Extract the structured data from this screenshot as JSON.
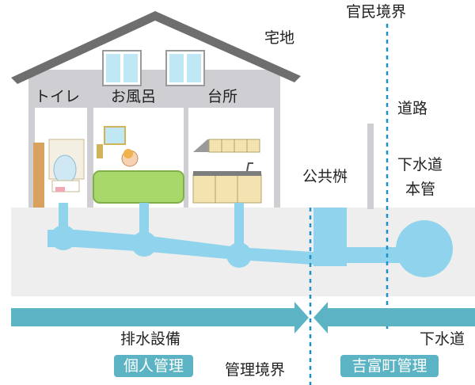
{
  "labels": {
    "boundary_public_private": "官民境界",
    "residential_land": "宅地",
    "toilet": "トイレ",
    "bath": "お風呂",
    "kitchen": "台所",
    "road": "道路",
    "public_catch_basin": "公共桝",
    "sewer_main_line1": "下水道",
    "sewer_main_line2": "本管",
    "drainage_facility": "排水設備",
    "sewer_right": "下水道",
    "management_boundary": "管理境界"
  },
  "badges": {
    "private_management": "個人管理",
    "town_management": "吉富町管理"
  },
  "colors": {
    "pipe": "#8fd3ec",
    "ground": "#eeeeee",
    "arrow": "#5bb3c3",
    "badge": "#5bb3c3",
    "boundary_line": "#1e90c8",
    "house_wall": "#cfcfd3",
    "roof": "#6e6e6e",
    "window": "#bfe7f4",
    "tub": "#a8d86a",
    "cabinet": "#f2e3b0"
  }
}
